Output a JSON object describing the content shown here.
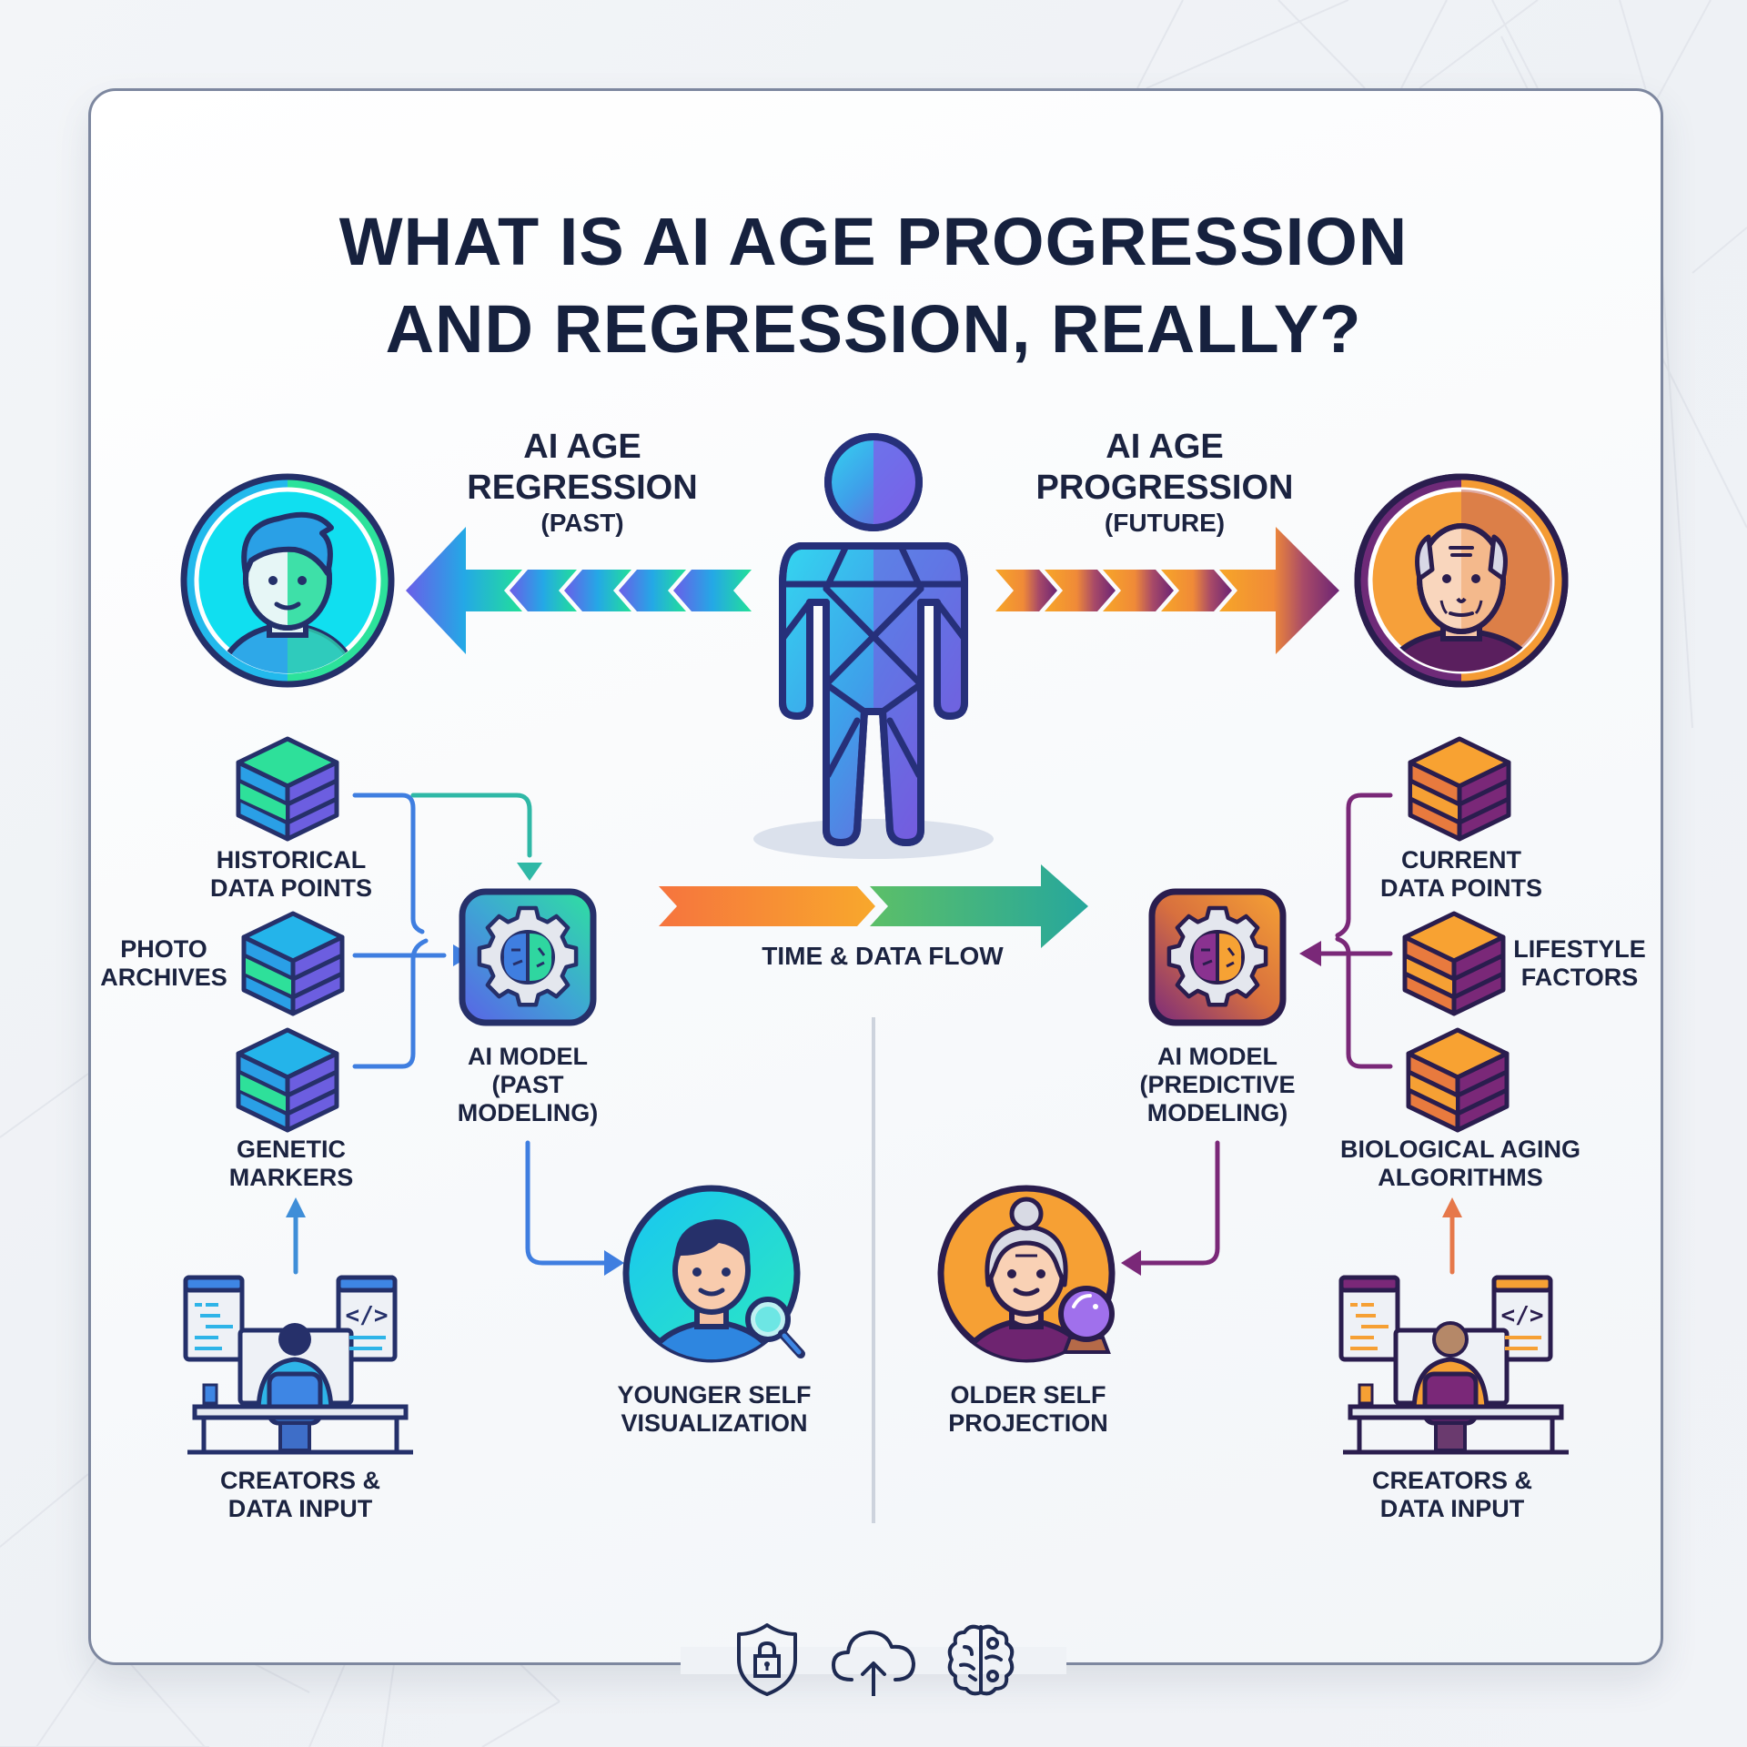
{
  "title": {
    "line1": "WHAT IS AI AGE PROGRESSION",
    "line2": "AND REGRESSION, REALLY?"
  },
  "regression": {
    "heading_line1": "AI AGE",
    "heading_line2": "REGRESSION",
    "heading_line3": "(PAST)",
    "avatar_icon": "young-man-avatar-icon",
    "colors": {
      "primary": "#19c8f0",
      "secondary": "#2de09a",
      "accent": "#6a5ee8"
    }
  },
  "progression": {
    "heading_line1": "AI AGE",
    "heading_line2": "PROGRESSION",
    "heading_line3": "(FUTURE)",
    "avatar_icon": "old-man-avatar-icon",
    "colors": {
      "primary": "#f7a030",
      "secondary": "#c8605a",
      "accent": "#6b2470"
    }
  },
  "center": {
    "figure_icon": "human-figure-icon",
    "flow_label": "TIME & DATA FLOW"
  },
  "left_panel": {
    "inputs": [
      {
        "label_line1": "HISTORICAL",
        "label_line2": "DATA POINTS",
        "icon": "data-stack-icon"
      },
      {
        "label_line1": "PHOTO",
        "label_line2": "ARCHIVES",
        "icon": "data-stack-icon"
      },
      {
        "label_line1": "GENETIC",
        "label_line2": "MARKERS",
        "icon": "data-stack-icon"
      }
    ],
    "model": {
      "line1": "AI MODEL",
      "line2": "(PAST",
      "line3": "MODELING)"
    },
    "output": {
      "line1": "YOUNGER SELF",
      "line2": "VISUALIZATION"
    },
    "creators": {
      "line1": "CREATORS &",
      "line2": "DATA INPUT"
    }
  },
  "right_panel": {
    "inputs": [
      {
        "label_line1": "CURRENT",
        "label_line2": "DATA POINTS",
        "icon": "data-stack-icon"
      },
      {
        "label_line1": "LIFESTYLE",
        "label_line2": "FACTORS",
        "icon": "data-stack-icon"
      },
      {
        "label_line1": "BIOLOGICAL AGING",
        "label_line2": "ALGORITHMS",
        "icon": "data-stack-icon"
      }
    ],
    "model": {
      "line1": "AI MODEL",
      "line2": "(PREDICTIVE",
      "line3": "MODELING)"
    },
    "output": {
      "line1": "OLDER SELF",
      "line2": "PROJECTION"
    },
    "creators": {
      "line1": "CREATORS &",
      "line2": "DATA INPUT"
    }
  },
  "footer_icons": [
    "shield-lock-icon",
    "cloud-upload-icon",
    "brain-icon"
  ]
}
